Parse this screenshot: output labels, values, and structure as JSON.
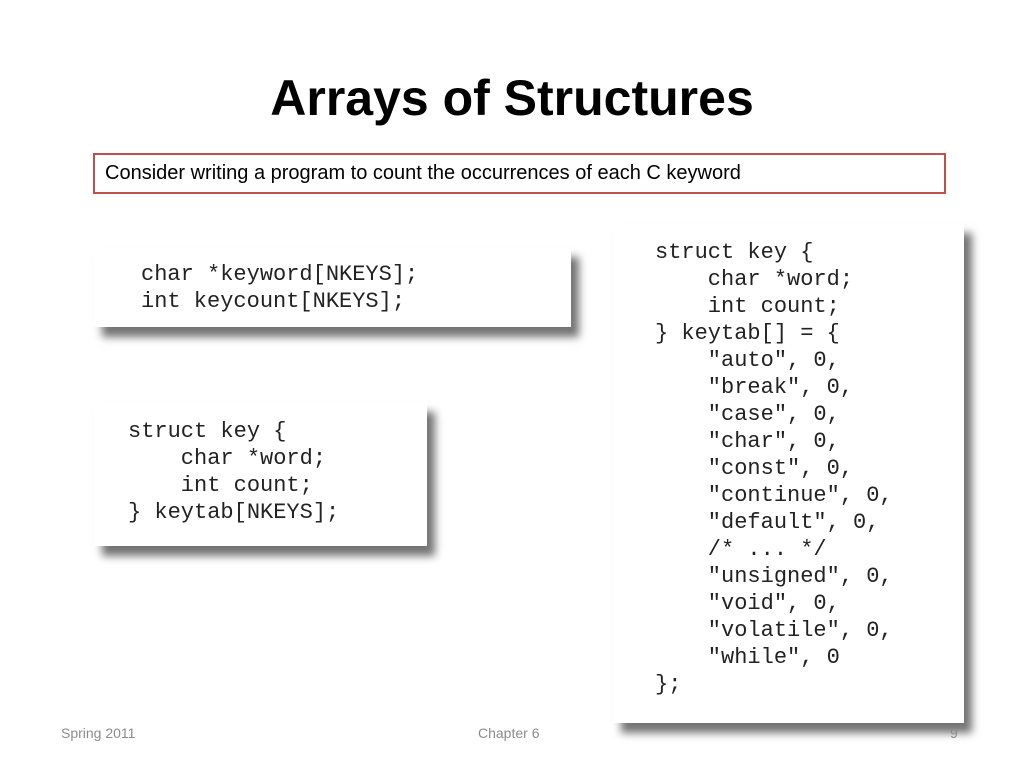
{
  "slide": {
    "title": "Arrays of Structures",
    "callout": "Consider writing a program to count the occurrences of each C keyword",
    "code_blocks": {
      "parallel_arrays": "char *keyword[NKEYS];\nint keycount[NKEYS];",
      "struct_array": "struct key {\n    char *word;\n    int count;\n} keytab[NKEYS];",
      "struct_initialized": "struct key {\n    char *word;\n    int count;\n} keytab[] = {\n    \"auto\", 0,\n    \"break\", 0,\n    \"case\", 0,\n    \"char\", 0,\n    \"const\", 0,\n    \"continue\", 0,\n    \"default\", 0,\n    /* ... */\n    \"unsigned\", 0,\n    \"void\", 0,\n    \"volatile\", 0,\n    \"while\", 0\n};"
    },
    "footer": {
      "date": "Spring 2011",
      "chapter": "Chapter 6",
      "page_number": "9"
    }
  },
  "colors": {
    "callout_border": "#c0504d",
    "footer_text": "#8c8c8c"
  }
}
